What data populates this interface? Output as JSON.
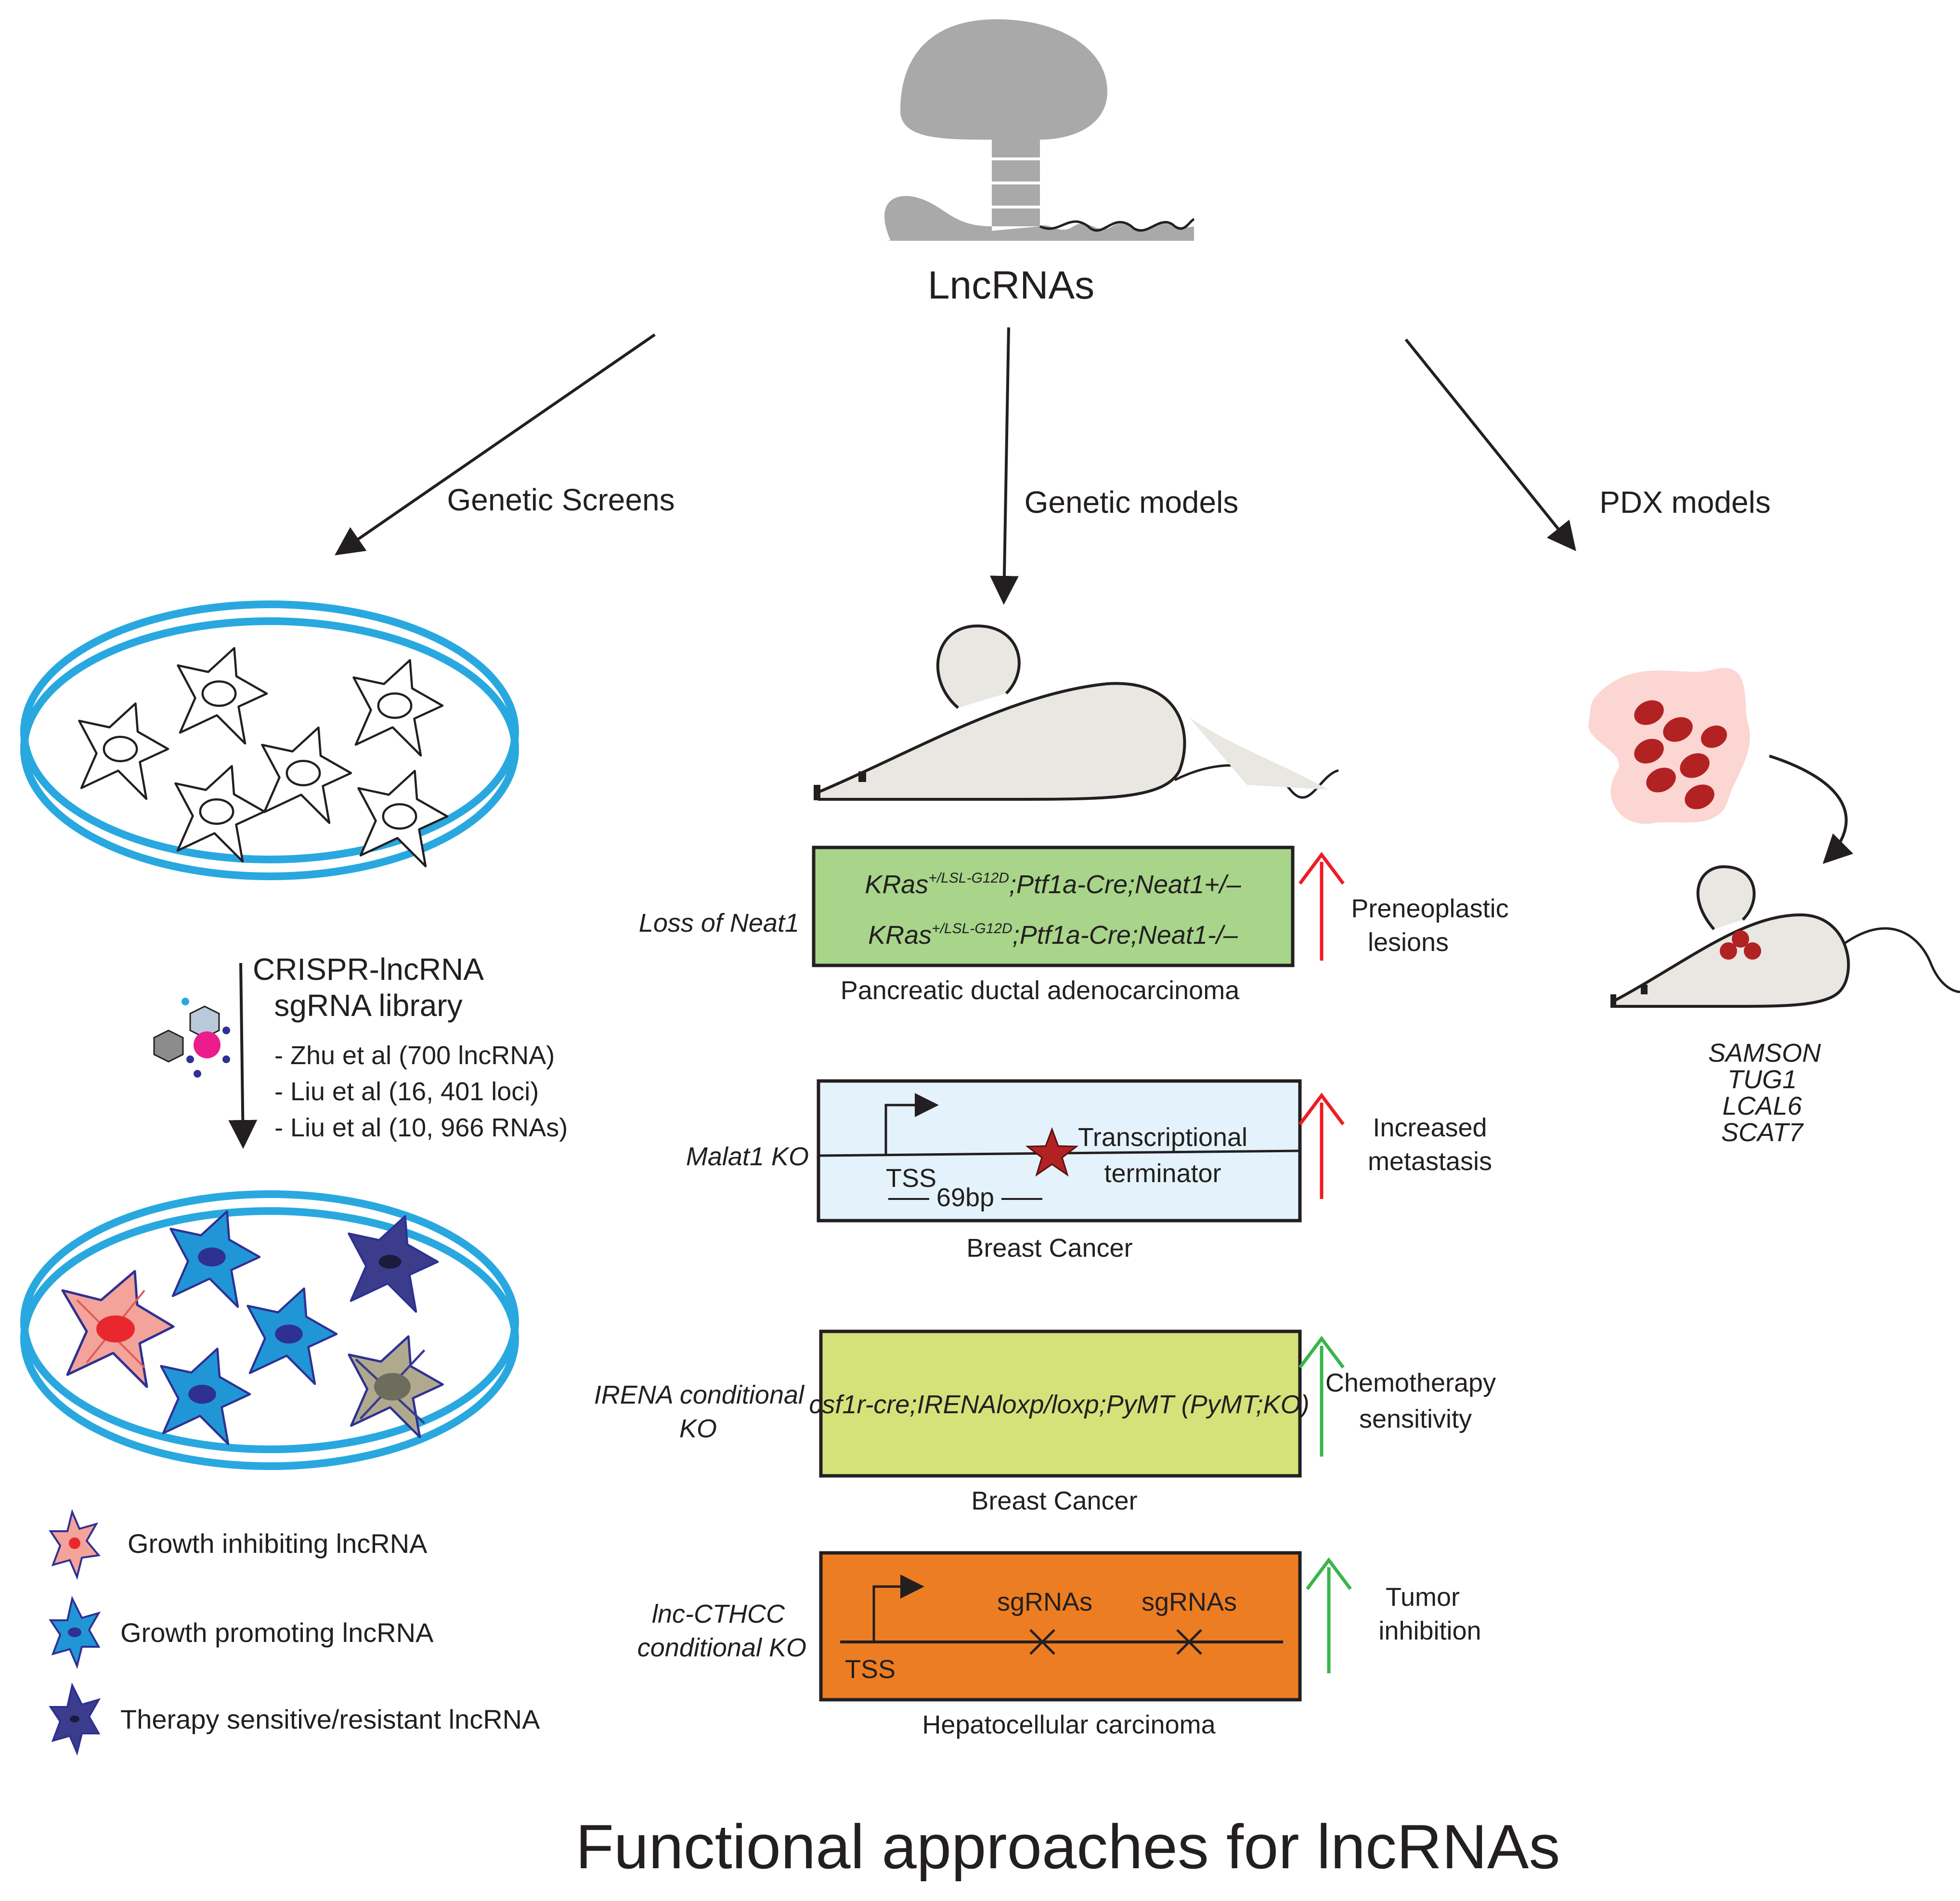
{
  "diagram": {
    "root_label": "LncRNAs",
    "title": "Functional approaches for lncRNAs",
    "branches": {
      "screens": "Genetic Screens",
      "models": "Genetic models",
      "pdx": "PDX models"
    },
    "library": {
      "line1": "CRISPR-lncRNA",
      "line2": "sgRNA library",
      "refs": [
        "- Zhu et al (700 lncRNA)",
        "- Liu et al (16, 401 loci)",
        "- Liu et al (10, 966 RNAs)"
      ]
    },
    "legend": [
      {
        "label": "Growth inhibiting lncRNA",
        "color": "#f4a39a"
      },
      {
        "label": "Growth promoting lncRNA",
        "color": "#2196d6"
      },
      {
        "label": "Therapy sensitive/resistant lncRNA",
        "color": "#3c3c8c"
      }
    ],
    "models": [
      {
        "side": "Loss of Neat1",
        "genotype_prefix": "KRas",
        "genotype_sup": "+/LSL-G12D",
        "genotype1_suffix": ";Ptf1a-Cre;Neat1+/–",
        "genotype2_suffix": ";Ptf1a-Cre;Neat1-/–",
        "caption": "Pancreatic ductal adenocarcinoma",
        "outcome": [
          "Preneoplastic",
          "lesions"
        ],
        "fill": "#a8d58a",
        "arrow": "#ed1c24"
      },
      {
        "side": "Malat1 KO",
        "tss": "TSS",
        "distance": "69bp",
        "terminator": [
          "Transcriptional",
          "terminator"
        ],
        "caption": "Breast Cancer",
        "outcome": [
          "Increased",
          "metastasis"
        ],
        "fill": "#e4f3fb",
        "arrow": "#ed1c24"
      },
      {
        "side": [
          "IRENA conditional",
          "KO"
        ],
        "genotype": "csf1r-cre;IRENAloxp/loxp;PyMT (PyMT;KO)",
        "caption": "Breast Cancer",
        "outcome": [
          "Chemotherapy",
          "sensitivity"
        ],
        "fill": "#d5e27a",
        "arrow": "#39b54a"
      },
      {
        "side": [
          "lnc-CTHCC",
          "conditional KO"
        ],
        "tss": "TSS",
        "sgrna1": "sgRNAs",
        "sgrna2": "sgRNAs",
        "caption": "Hepatocellular carcinoma",
        "outcome": [
          "Tumor",
          "inhibition"
        ],
        "fill": "#ed7d22",
        "arrow": "#39b54a"
      }
    ],
    "pdx_genes": [
      "SAMSON",
      "TUG1",
      "LCAL6",
      "SCAT7"
    ],
    "colors": {
      "dish": "#29a8e0",
      "mouse": "#e8e7e2",
      "tumor_bg": "#fbd6d2",
      "tumor_cells": "#b22222",
      "rna": "#a9a9aa"
    }
  }
}
